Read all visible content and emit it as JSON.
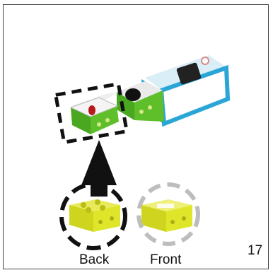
{
  "labels": {
    "back": "Back",
    "front": "Front",
    "page_number": "17"
  },
  "colors": {
    "module_green": "#5fbf2a",
    "module_blue": "#2aa6d6",
    "block_yellow": "#dfe62a",
    "block_yellow_light": "#e8ea5a",
    "dash_black": "#111111",
    "dash_gray": "#bdbdbd"
  },
  "icons": [
    "led-module",
    "button-module",
    "battery-module",
    "arrow-up"
  ]
}
